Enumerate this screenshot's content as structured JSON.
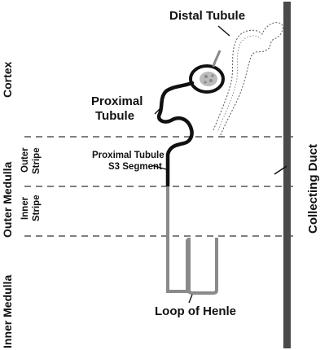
{
  "labels": {
    "distal_tubule": "Distal Tubule",
    "proximal_tubule_line1": "Proximal",
    "proximal_tubule_line2": "Tubule",
    "s3_line1": "Proximal Tubule",
    "s3_line2": "S3 Segment",
    "collecting_duct": "Collecting Duct",
    "loop_of_henle": "Loop of Henle"
  },
  "zones": {
    "cortex": "Cortex",
    "outer_medulla": "Outer Medulla",
    "outer_stripe_line1": "Outer",
    "outer_stripe_line2": "Stripe",
    "inner_stripe_line1": "Inner",
    "inner_stripe_line2": "Stripe",
    "inner_medulla": "Inner Medulla"
  },
  "colors": {
    "duct": "#4a4a4a",
    "proximal": "#111111",
    "loop": "#8a8a8a",
    "dash": "#333333"
  }
}
